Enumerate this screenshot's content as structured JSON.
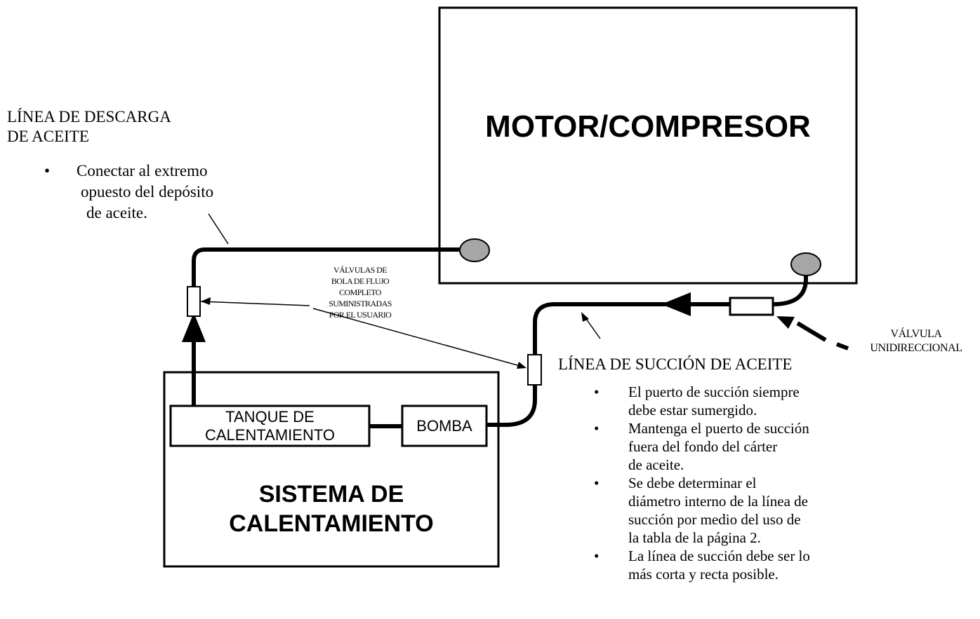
{
  "motor": {
    "title": "MOTOR/COMPRESOR"
  },
  "heating_system": {
    "title_line1": "SISTEMA DE",
    "title_line2": "CALENTAMIENTO",
    "tank_line1": "TANQUE DE",
    "tank_line2": "CALENTAMIENTO",
    "pump": "BOMBA"
  },
  "discharge_line": {
    "title_line1": "LÍNEA DE DESCARGA",
    "title_line2": "DE ACEITE",
    "bullet_line1": "Conectar al extremo",
    "bullet_line2": "opuesto del depósito",
    "bullet_line3": "de aceite."
  },
  "ball_valves": {
    "line1": "VÁLVULAS DE",
    "line2": "BOLA DE FLUJO",
    "line3": "COMPLETO",
    "line4": "SUMINISTRADAS",
    "line5": "POR EL USUARIO"
  },
  "check_valve": {
    "line1": "VÁLVULA",
    "line2": "UNIDIRECCIONAL"
  },
  "suction_line": {
    "title": "LÍNEA DE SUCCIÓN DE ACEITE",
    "bullets": [
      {
        "lines": [
          "El puerto de succión siempre",
          "debe estar sumergido."
        ]
      },
      {
        "lines": [
          "Mantenga el puerto de succión",
          "fuera del fondo del cárter",
          "de aceite."
        ]
      },
      {
        "lines": [
          "Se debe determinar el",
          "diámetro interno de la línea de",
          "succión por medio del uso de",
          "la tabla de la página 2."
        ]
      },
      {
        "lines": [
          "La línea de succión debe ser lo",
          "más corta y recta posible."
        ]
      }
    ]
  },
  "bullet_glyph": "•",
  "colors": {
    "port_fill": "#a6a6a6",
    "line": "#000000",
    "background": "#ffffff"
  }
}
